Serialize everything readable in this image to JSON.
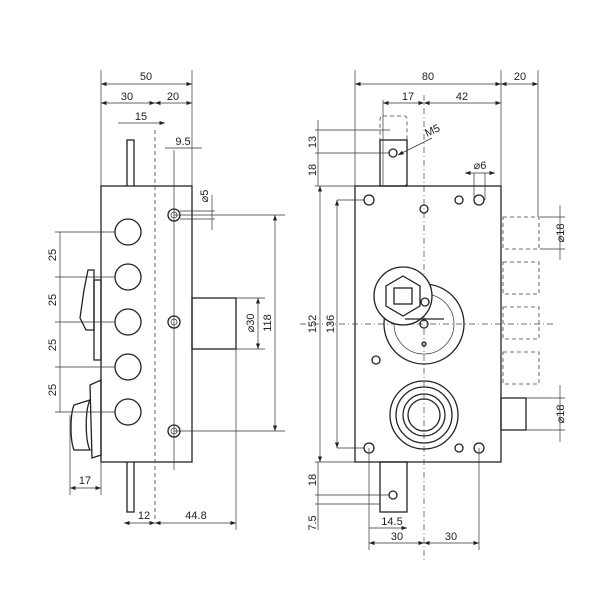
{
  "side_view": {
    "dims": {
      "total_depth": "50",
      "left_depth": "30",
      "right_depth": "20",
      "rod_offset": "15",
      "hole_offset": "9.5",
      "hole_dia": "⌀5",
      "bolt_dia": "⌀30",
      "hole_span": "118",
      "pitch_1": "25",
      "pitch_2": "25",
      "pitch_3": "25",
      "pitch_4": "25",
      "knob_depth": "17",
      "rod_bottom": "12",
      "bolt_throw": "44.8"
    }
  },
  "front_view": {
    "dims": {
      "width": "80",
      "bolt_throw": "20",
      "plate_offset": "17",
      "plate_to_edge": "42",
      "top_hole": "13",
      "top_plate": "18",
      "thread": "M5",
      "fix_hole": "⌀6",
      "height": "152",
      "hole_span": "136",
      "bolt_dia_top": "⌀18",
      "bolt_dia_bottom": "⌀18",
      "bottom_plate": "18",
      "bottom_hole": "7.5",
      "bottom_plate_width": "14.5",
      "hole_pitch_left": "30",
      "hole_pitch_right": "30"
    }
  }
}
